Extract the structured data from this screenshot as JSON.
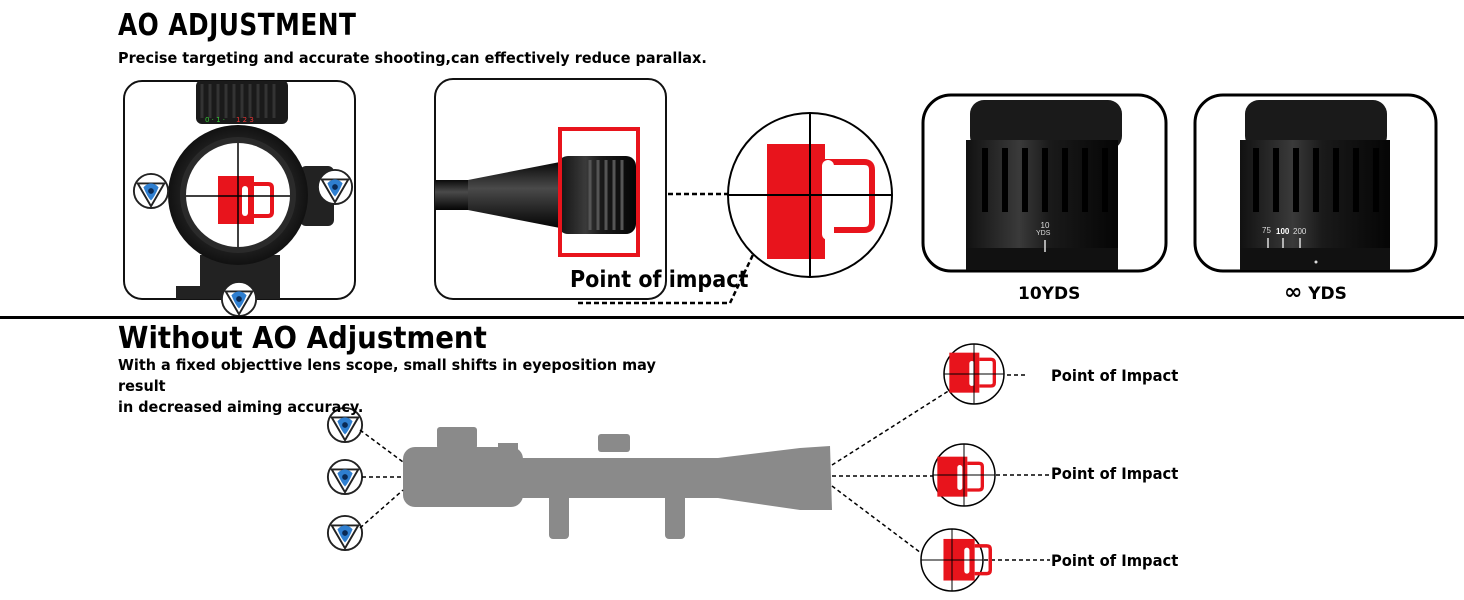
{
  "ao": {
    "title": "AO ADJUSTMENT",
    "subtitle": "Precise targeting and accurate shooting,can effectively reduce parallax.",
    "point_label": "Point of impact",
    "knob_10": {
      "number": "10",
      "unit": "YDS",
      "caption": "10YDS"
    },
    "knob_inf": {
      "ticks": [
        "75",
        "100",
        "200"
      ],
      "caption_symbol": "∞",
      "caption_text": "YDS"
    }
  },
  "without": {
    "title": "Without AO Adjustment",
    "line1": "With a fixed objecttive lens scope, small shifts in eyeposition may result",
    "line2": "in decreased aiming accuracy.",
    "points": [
      "Point of Impact",
      "Point of Impact",
      "Point of Impact"
    ]
  },
  "colors": {
    "accent": "#e8141c",
    "scope_gray": "#8a8a8a",
    "text": "#000000"
  },
  "icons": [
    "eye-icon",
    "mug-target-icon",
    "crosshair-icon"
  ]
}
